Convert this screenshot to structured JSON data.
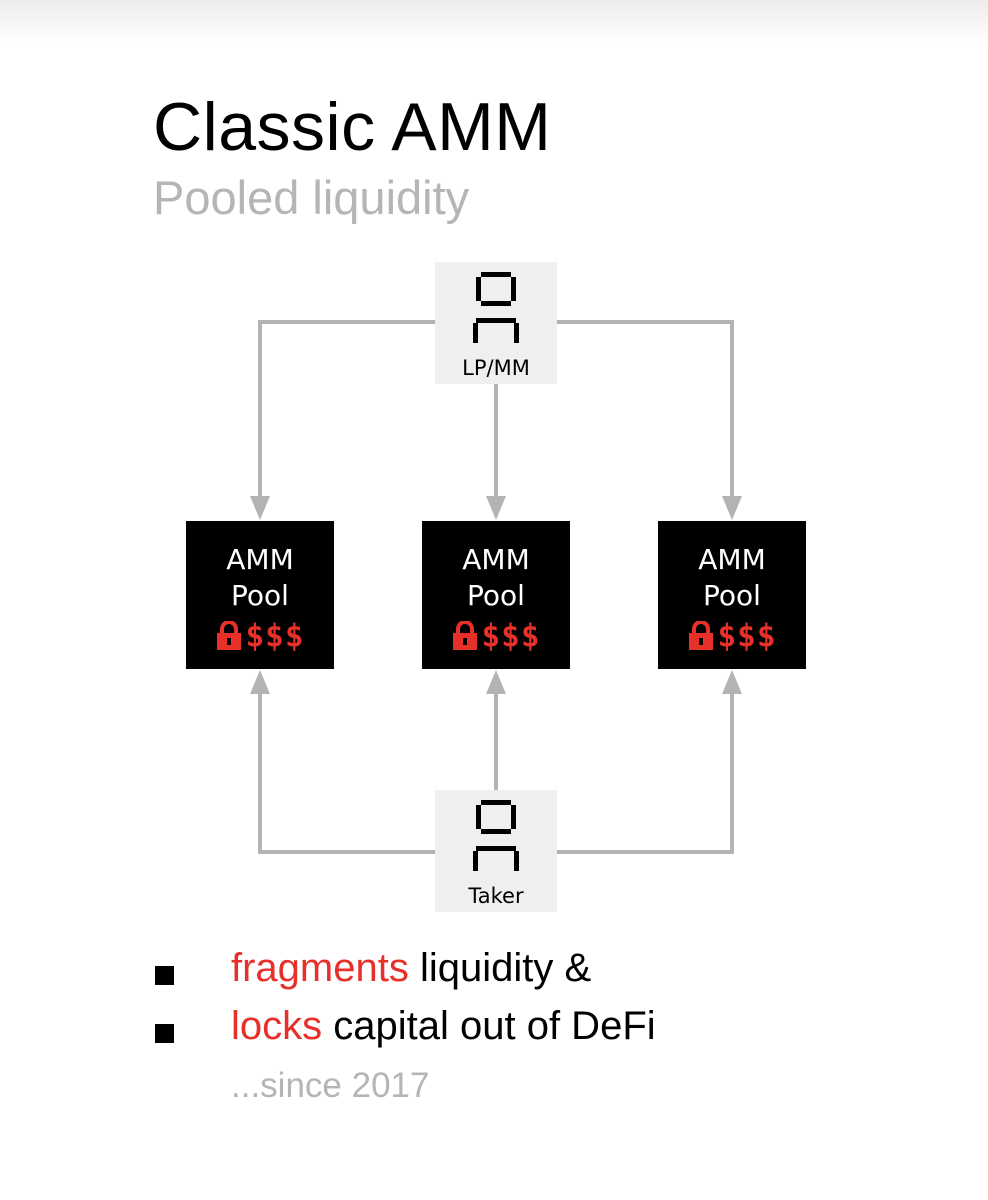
{
  "title": "Classic AMM",
  "subtitle": "Pooled liquidity",
  "nodes": {
    "top": {
      "label": "LP/MM",
      "icon": "person-icon"
    },
    "bottom": {
      "label": "Taker",
      "icon": "person-icon"
    }
  },
  "pools": [
    {
      "line1": "AMM",
      "line2": "Pool",
      "amount": "$$$",
      "icon": "lock-icon"
    },
    {
      "line1": "AMM",
      "line2": "Pool",
      "amount": "$$$",
      "icon": "lock-icon"
    },
    {
      "line1": "AMM",
      "line2": "Pool",
      "amount": "$$$",
      "icon": "lock-icon"
    }
  ],
  "bullets": [
    {
      "highlight": "fragments",
      "rest": " liquidity &"
    },
    {
      "highlight": "locks",
      "rest": " capital out of DeFi"
    }
  ],
  "footnote": "...since 2017",
  "colors": {
    "accent": "#e8302a",
    "connector": "#b3b3b3",
    "pool_bg": "#000000",
    "node_bg": "#efefef",
    "muted_text": "#b5b5b5"
  }
}
